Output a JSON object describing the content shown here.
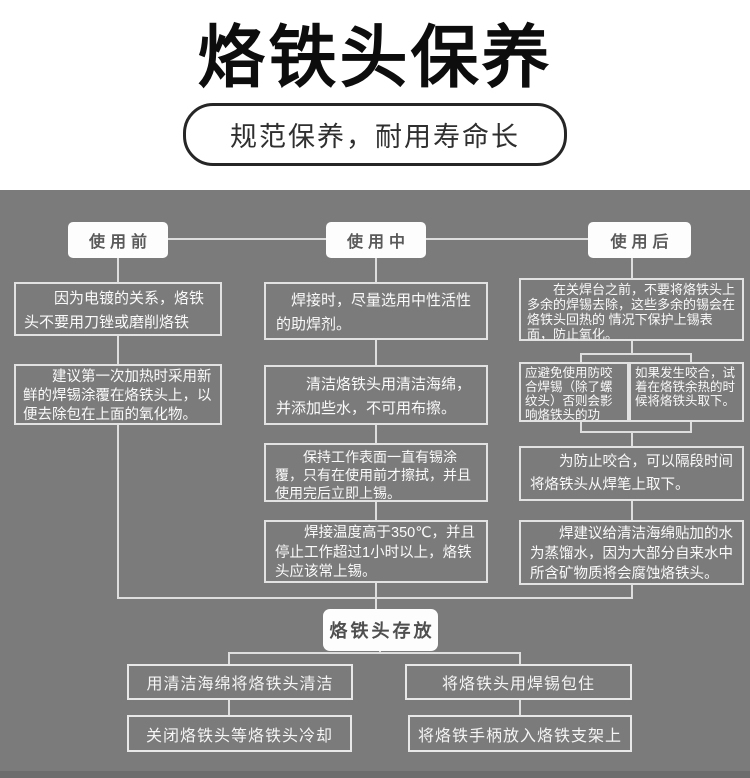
{
  "header": {
    "title": "烙铁头保养",
    "subtitle": "规范保养，耐用寿命长"
  },
  "stages": [
    {
      "label": "使用前",
      "boxes": [
        "因为电镀的关系，烙铁头不要用刀锉或磨削烙铁头。",
        "建议第一次加热时采用新鲜的焊锡涂覆在烙铁头上，以便去除包在上面的氧化物。"
      ]
    },
    {
      "label": "使用中",
      "boxes": [
        "焊接时，尽量选用中性活性的助焊剂。",
        "清洁烙铁头用清洁海绵，并添加些水，不可用布擦。",
        "保持工作表面一直有锡涂覆，只有在使用前才擦拭，并且使用完后立即上锡。",
        "焊接温度高于350℃，并且停止工作超过1小时以上，烙铁头应该常上锡。"
      ]
    },
    {
      "label": "使用后",
      "boxes": [
        "在关焊台之前，不要将烙铁头上多余的焊锡去除，这些多余的锡会在烙铁头回热的 情况下保护上锡表面，防止氧化。",
        "应避免使用防咬合焊锡（除了螺纹头）否则会影响烙铁头的功能。",
        "如果发生咬合，试着在烙铁余热的时候将烙铁头取下。",
        "为防止咬合，可以隔段时间将烙铁头从焊笔上取下。",
        "焊建议给清洁海绵贴加的水为蒸馏水，因为大部分自来水中所含矿物质将会腐蚀烙铁头。"
      ]
    }
  ],
  "storage": {
    "label": "烙铁头存放",
    "boxes": [
      "用清洁海绵将烙铁头清洁",
      "将烙铁头用焊锡包住",
      "关闭烙铁头等烙铁头冷却",
      "将烙铁手柄放入烙铁支架上"
    ]
  },
  "colors": {
    "board_background": "#7b7b7b",
    "connector_line": "#dedede",
    "note_border": "#e2e2e2",
    "note_text": "#fafafa",
    "label_background": "#fdfdfd",
    "label_text": "#5a5a5a",
    "title_text": "#0d0d0d",
    "bottom_strip": "#6d6d6d"
  }
}
